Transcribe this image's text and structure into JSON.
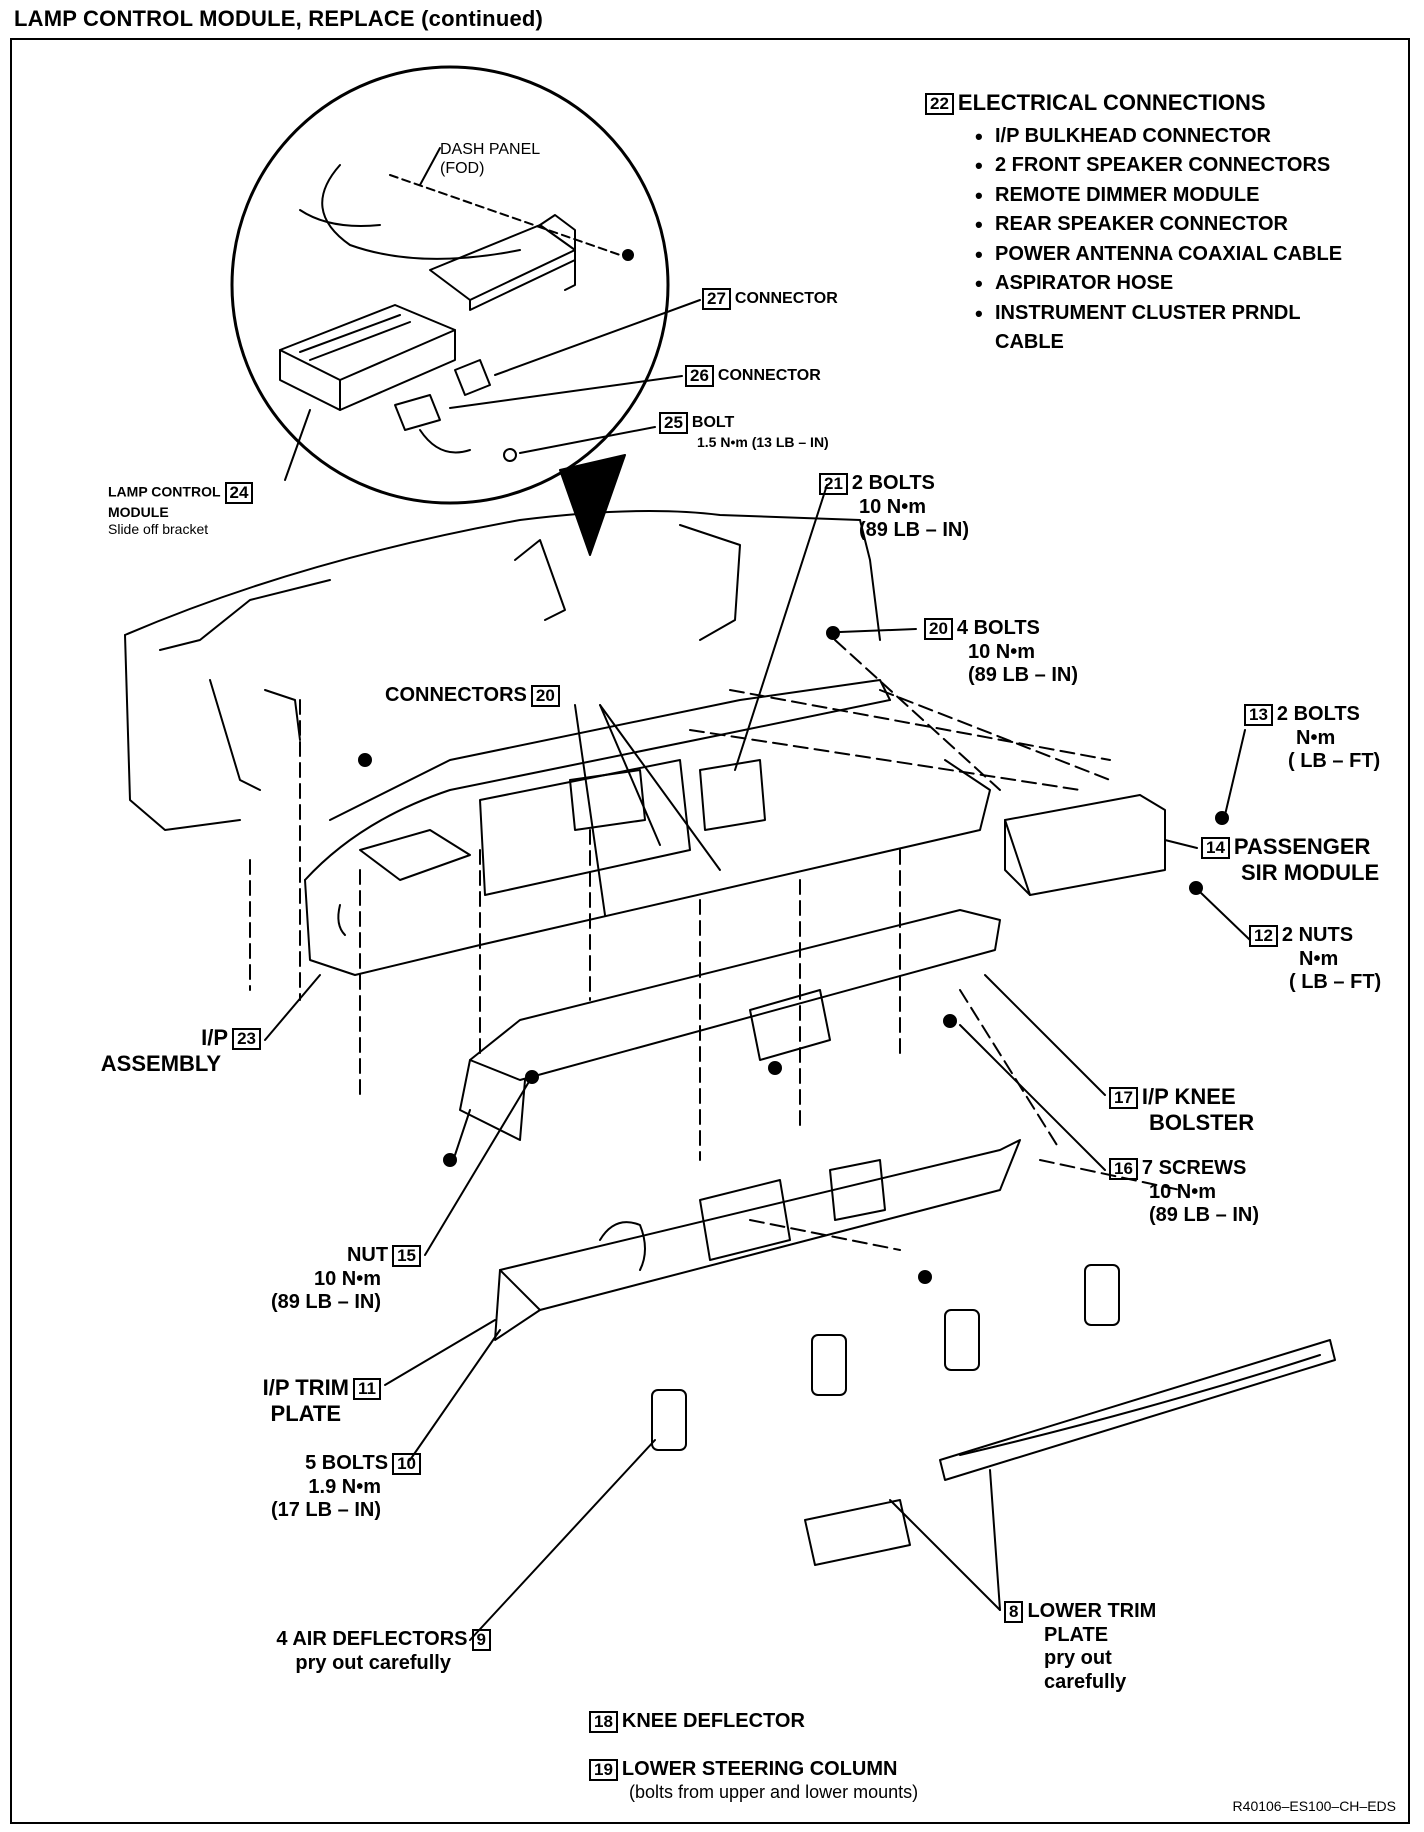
{
  "page_title": "LAMP CONTROL MODULE, REPLACE (continued)",
  "reference_code": "R40106–ES100–CH–EDS",
  "inset": {
    "dash_panel": "DASH PANEL",
    "dash_panel_code": "(FOD)",
    "connector_27": {
      "num": "27",
      "text": "CONNECTOR"
    },
    "connector_26": {
      "num": "26",
      "text": "CONNECTOR"
    },
    "bolt_25": {
      "num": "25",
      "text": "BOLT",
      "torque": "1.5 N•m (13 LB – IN)"
    },
    "module_24": {
      "num": "24",
      "line1": "LAMP CONTROL",
      "line2": "MODULE",
      "note": "Slide off bracket"
    }
  },
  "electrical": {
    "num": "22",
    "title": "ELECTRICAL CONNECTIONS",
    "items": [
      "I/P BULKHEAD CONNECTOR",
      "2 FRONT SPEAKER CONNECTORS",
      "REMOTE DIMMER MODULE",
      "REAR SPEAKER CONNECTOR",
      "POWER ANTENNA COAXIAL CABLE",
      "ASPIRATOR HOSE",
      "INSTRUMENT CLUSTER PRNDL CABLE"
    ]
  },
  "callouts": {
    "c21": {
      "num": "21",
      "title": "2 BOLTS",
      "l1": "10 N•m",
      "l2": "(89 LB – IN)"
    },
    "c20b": {
      "num": "20",
      "title": "4 BOLTS",
      "l1": "10 N•m",
      "l2": "(89 LB – IN)"
    },
    "c20c": {
      "num": "20",
      "title": "CONNECTORS"
    },
    "c13": {
      "num": "13",
      "title": "2 BOLTS",
      "l1": "N•m",
      "l2": "(   LB – FT)"
    },
    "c14": {
      "num": "14",
      "title": "PASSENGER",
      "l1": "SIR MODULE"
    },
    "c12": {
      "num": "12",
      "title": "2 NUTS",
      "l1": "N•m",
      "l2": "(   LB – FT)"
    },
    "c17": {
      "num": "17",
      "title": "I/P KNEE",
      "l1": "BOLSTER"
    },
    "c16": {
      "num": "16",
      "title": "7 SCREWS",
      "l1": "10 N•m",
      "l2": "(89 LB – IN)"
    },
    "c23": {
      "num": "23",
      "title": "I/P",
      "l1": "ASSEMBLY"
    },
    "c15": {
      "num": "15",
      "title": "NUT",
      "l1": "10 N•m",
      "l2": "(89 LB – IN)"
    },
    "c11": {
      "num": "11",
      "title": "I/P TRIM",
      "l1": "PLATE"
    },
    "c10": {
      "num": "10",
      "title": "5 BOLTS",
      "l1": "1.9 N•m",
      "l2": "(17 LB – IN)"
    },
    "c9": {
      "num": "9",
      "title": "4 AIR DEFLECTORS",
      "l1": "pry out carefully"
    },
    "c8": {
      "num": "8",
      "title": "LOWER TRIM",
      "l1": "PLATE",
      "l2": "pry out",
      "l3": "carefully"
    },
    "c18": {
      "num": "18",
      "title": "KNEE DEFLECTOR"
    },
    "c19": {
      "num": "19",
      "title": "LOWER STEERING COLUMN",
      "l1": "(bolts from upper and lower mounts)"
    }
  }
}
